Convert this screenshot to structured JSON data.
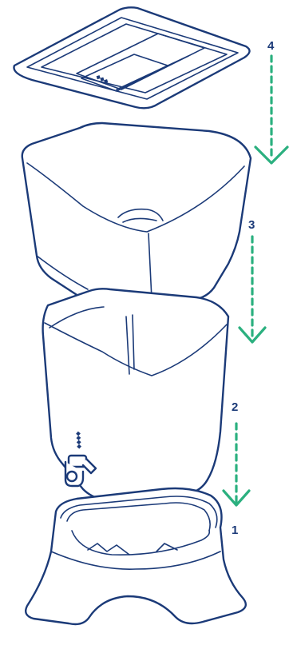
{
  "steps": [
    {
      "number": "1"
    },
    {
      "number": "2"
    },
    {
      "number": "3"
    },
    {
      "number": "4"
    }
  ],
  "colors": {
    "outline": "#1b3a78",
    "arrow": "#2bb07f",
    "background": "#ffffff"
  }
}
